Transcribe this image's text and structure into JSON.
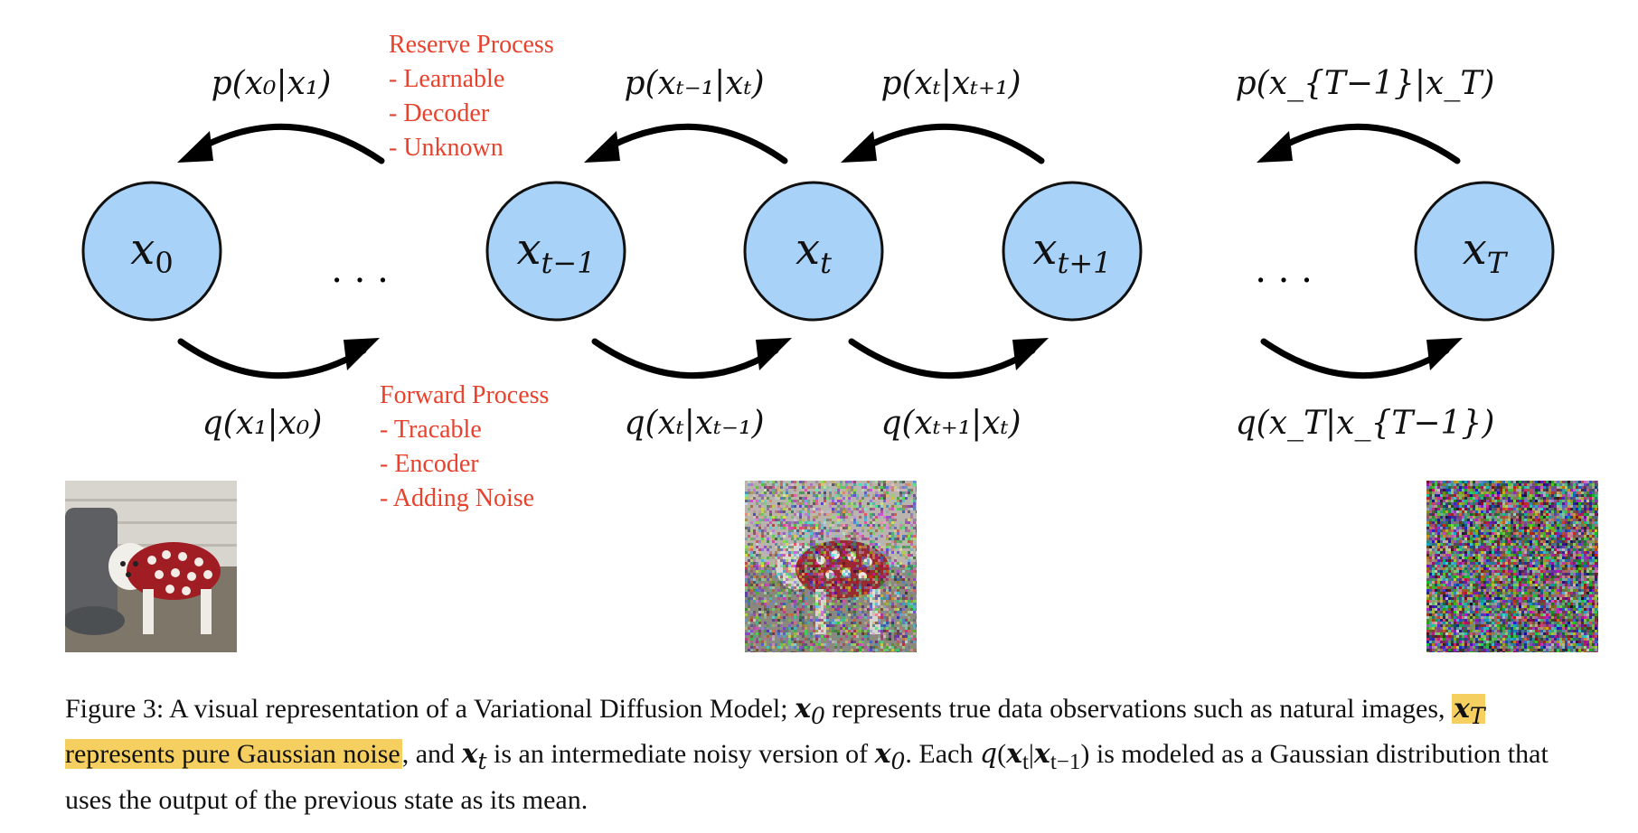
{
  "nodes": [
    {
      "id": "x0",
      "base": "x",
      "sub": "0"
    },
    {
      "id": "xt-1",
      "base": "x",
      "sub": "t−1"
    },
    {
      "id": "xt",
      "base": "x",
      "sub": "t"
    },
    {
      "id": "xt+1",
      "base": "x",
      "sub": "t+1"
    },
    {
      "id": "xT",
      "base": "x",
      "sub": "T"
    }
  ],
  "ellipsis": ". . .",
  "reverse_labels": [
    "p(x₀|x₁)",
    "p(xₜ₋₁|xₜ)",
    "p(xₜ|xₜ₊₁)",
    "p(x_{T−1}|x_T)"
  ],
  "forward_labels": [
    "q(x₁|x₀)",
    "q(xₜ|xₜ₋₁)",
    "q(xₜ₊₁|xₜ)",
    "q(x_T|x_{T−1})"
  ],
  "reverse_note": {
    "title": "Reserve Process",
    "items": [
      "- Learnable",
      "- Decoder",
      "- Unknown"
    ]
  },
  "forward_note": {
    "title": "Forward Process",
    "items": [
      "- Tracable",
      "- Encoder",
      "- Adding Noise"
    ]
  },
  "images": [
    {
      "name": "clean-dog-image",
      "noise_level": 0.0
    },
    {
      "name": "noisy-dog-image",
      "noise_level": 0.6
    },
    {
      "name": "pure-noise-image",
      "noise_level": 1.0
    }
  ],
  "colors": {
    "node_fill": "#a8d2f8",
    "node_stroke": "#111111",
    "note_red": "#e8412c",
    "highlight": "#f5d060",
    "arrow": "#000000"
  },
  "caption": {
    "lead": "Figure 3: A visual representation of a Variational Diffusion Model;",
    "x0": "x",
    "part1": " represents true data observations such as natural images, ",
    "highlight": "represents pure Gaussian noise",
    "part2": ", and ",
    "part3": " is an intermediate noisy version of ",
    "part4": ". Each ",
    "part5": " is modeled as a Gaussian distribution that uses the output of the previous state as its mean."
  }
}
